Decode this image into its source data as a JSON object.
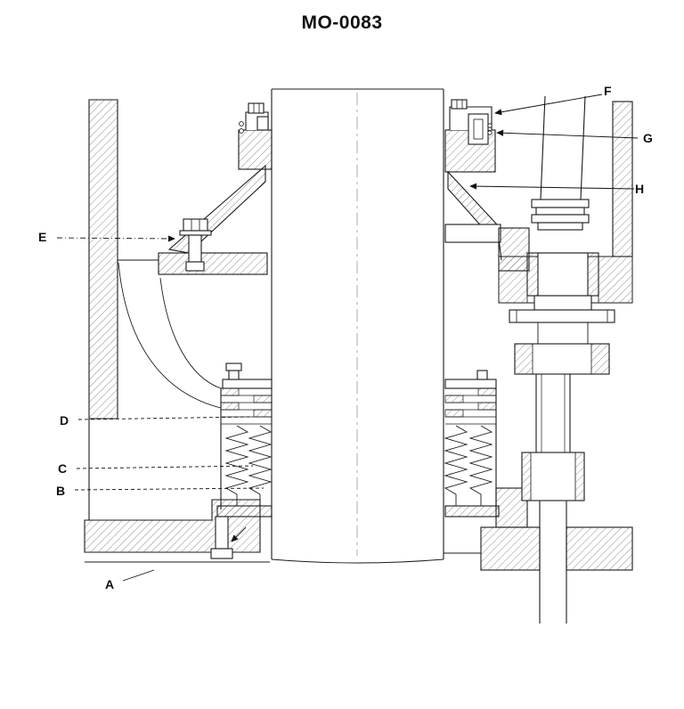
{
  "figure": {
    "title": "MO-0083",
    "callouts": {
      "A": "A",
      "B": "B",
      "C": "C",
      "D": "D",
      "E": "E",
      "F": "F",
      "G": "G",
      "H": "H"
    }
  }
}
